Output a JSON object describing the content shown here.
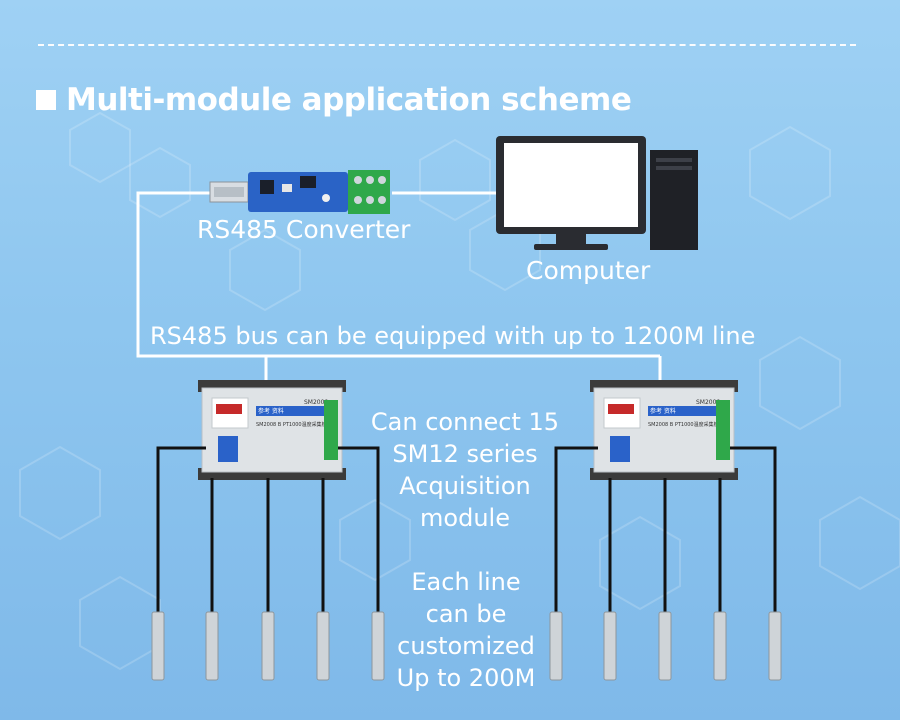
{
  "title": "Multi-module application scheme",
  "labels": {
    "converter": "RS485 Converter",
    "computer": "Computer",
    "bus": "RS485 bus can be equipped with up to 1200M line"
  },
  "notes": {
    "modules": [
      "Can connect 15",
      "SM12 series",
      "Acquisition",
      "module"
    ],
    "line": [
      "Each line",
      "can be",
      "customized",
      "Up to 200M"
    ]
  },
  "module_labels": {
    "brand": "参考 资料",
    "model": "SM2008",
    "desc": "SM2008 B  PT1000温度采集模块"
  },
  "colors": {
    "background_top": "#9fd1f4",
    "background_bottom": "#7fb9e9",
    "wire": "#ffffff",
    "module_accent": "#2a62c9",
    "terminal": "#2fa84a"
  }
}
